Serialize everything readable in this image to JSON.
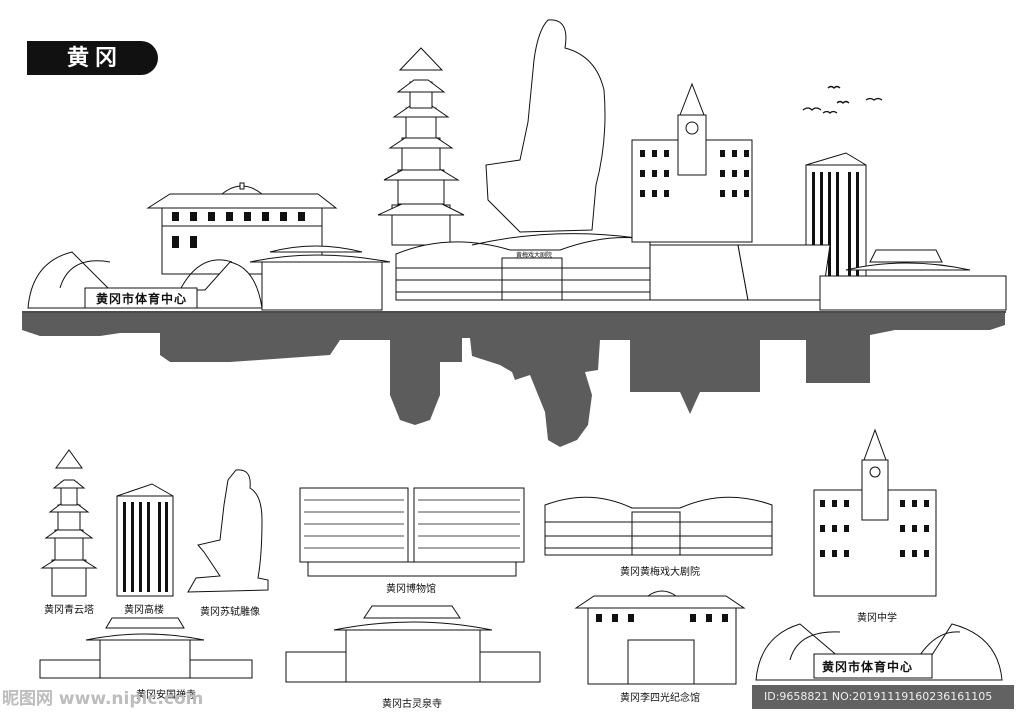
{
  "header": {
    "city_title": "黄冈"
  },
  "skyline": {
    "stadium_sign": "黄冈市体育中心",
    "theatre_sign": "黄梅戏大剧院"
  },
  "landmarks": [
    {
      "label": "黄冈青云塔"
    },
    {
      "label": "黄冈高楼"
    },
    {
      "label": "黄冈苏轼雕像"
    },
    {
      "label": "黄冈博物馆"
    },
    {
      "label": "黄冈黄梅戏大剧院"
    },
    {
      "label": "黄冈中学"
    },
    {
      "label": "黄冈安国禅寺"
    },
    {
      "label": "黄冈古灵泉寺"
    },
    {
      "label": "黄冈李四光纪念馆"
    }
  ],
  "stadium_small_sign": "黄冈市体育中心",
  "watermark": {
    "site": "昵图网 www.nipic.com",
    "id_text": "ID:9658821 NO:20191119160236161105"
  },
  "colors": {
    "ink": "#111111",
    "reflection": "#5c5c5c",
    "tag_bg": "#111111"
  }
}
